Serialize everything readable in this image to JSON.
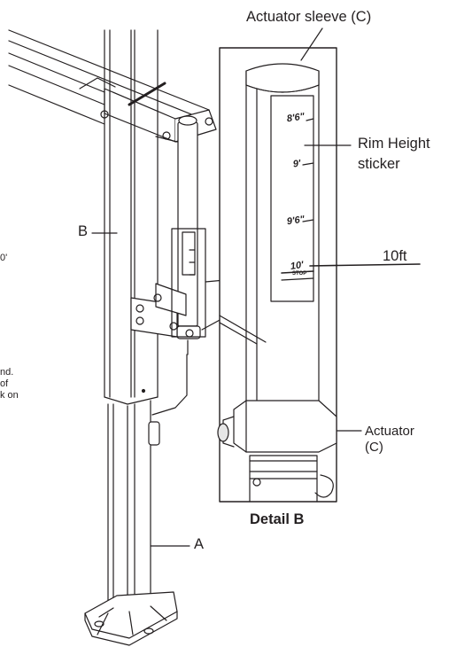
{
  "labels": {
    "actuator_sleeve": "Actuator sleeve (C)",
    "rim_height_1": "Rim Height",
    "rim_height_2": "sticker",
    "ten_ft": "10ft",
    "actuator_1": "Actuator",
    "actuator_2": "(C)",
    "detail_b": "Detail B",
    "label_a": "A",
    "label_b": "B"
  },
  "sticker": {
    "marks": [
      "8'6\"",
      "9'",
      "9'6\"",
      "10'"
    ],
    "stop": "STOP"
  },
  "cropped_text": {
    "line1": "0'",
    "line2": "nd.",
    "line3": "of",
    "line4": "k on"
  },
  "colors": {
    "ink": "#231f20",
    "paper": "#ffffff",
    "shade": "#e6e6e6"
  }
}
